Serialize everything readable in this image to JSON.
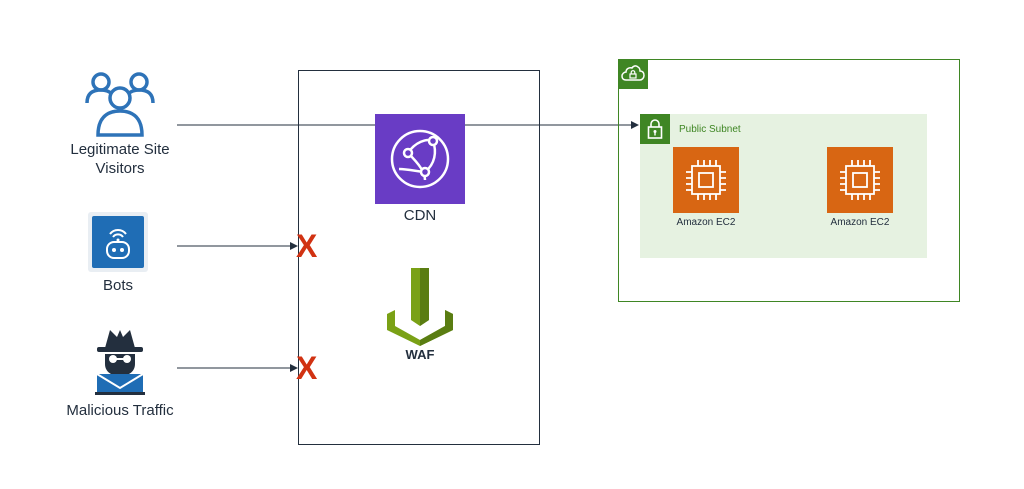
{
  "sources": {
    "legit": {
      "label": "Legitimate Site Visitors",
      "icon": "users-icon"
    },
    "bots": {
      "label": "Bots",
      "icon": "bot-icon"
    },
    "malicious": {
      "label": "Malicious Traffic",
      "icon": "hacker-icon"
    }
  },
  "edge": {
    "cdn": {
      "label": "CDN",
      "icon": "cloudfront-icon",
      "color": "#693cc5"
    },
    "waf": {
      "label": "WAF",
      "icon": "waf-icon",
      "color": "#7aa116"
    },
    "blocked_marker": "X",
    "blocked_color": "#d13212"
  },
  "vpc": {
    "icon": "vpc-cloud-lock-icon",
    "border_color": "#3f8624",
    "subnet": {
      "label": "Public Subnet",
      "icon": "subnet-lock-icon",
      "fill": "#e6f2e1",
      "instances": [
        {
          "label": "Amazon EC2",
          "icon": "ec2-chip-icon",
          "color": "#d86613"
        },
        {
          "label": "Amazon EC2",
          "icon": "ec2-chip-icon",
          "color": "#d86613"
        }
      ]
    }
  }
}
